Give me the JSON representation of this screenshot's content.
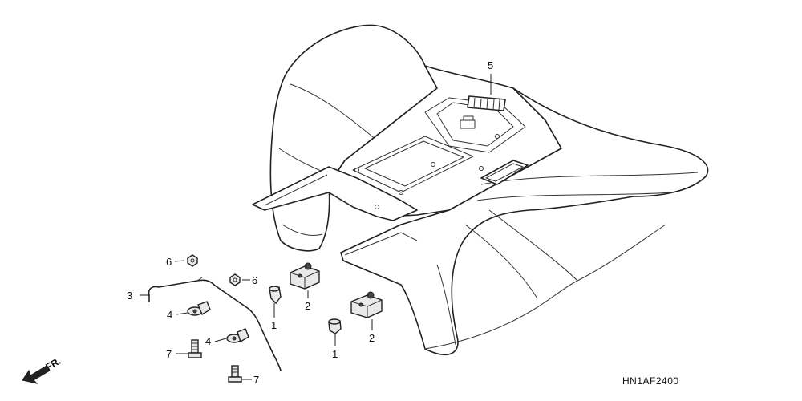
{
  "callouts": {
    "c1a": "1",
    "c1b": "1",
    "c2a": "2",
    "c2b": "2",
    "c3": "3",
    "c4a": "4",
    "c4b": "4",
    "c5": "5",
    "c6a": "6",
    "c6b": "6",
    "c7a": "7",
    "c7b": "7"
  },
  "direction_label": "FR.",
  "diagram_code": "HN1AF2400"
}
